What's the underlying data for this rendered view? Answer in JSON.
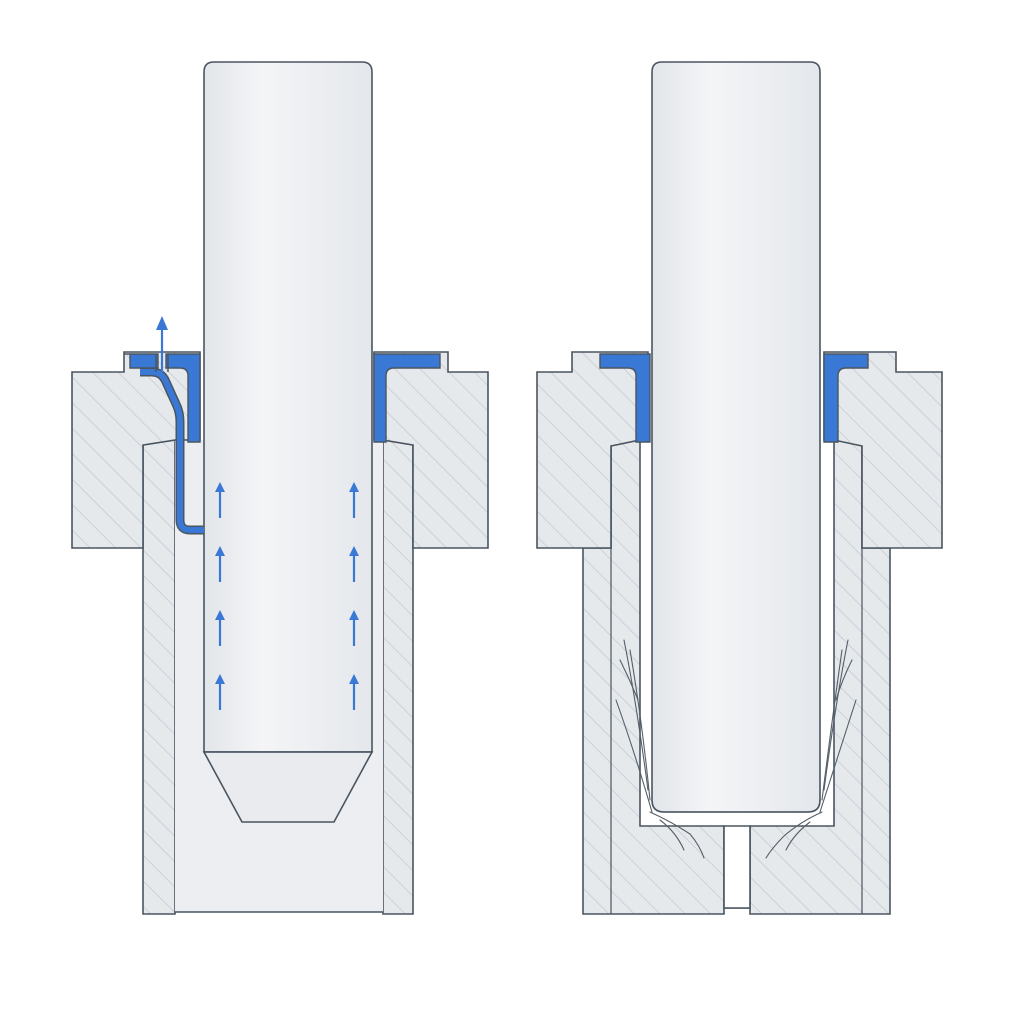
{
  "diagram": {
    "panels": [
      {
        "id": "left",
        "variant": "vented",
        "has_vent_channel": true,
        "arrow_rows": 4,
        "has_bottom_vent": false,
        "has_cracks": false
      },
      {
        "id": "right",
        "variant": "sealed",
        "has_vent_channel": false,
        "arrow_rows": 0,
        "has_bottom_vent": true,
        "has_cracks": true
      }
    ],
    "colors": {
      "background": "#ffffff",
      "outline": "#4a5560",
      "hatch_fill": "#e6e9ec",
      "hatch_line": "#bcc2c8",
      "pin_fill": "#eef0f3",
      "pin_highlight": "#f6f7f9",
      "cavity_fill": "#eceef1",
      "seal_blue": "#3a78d6",
      "arrow_blue": "#3a78d6",
      "crack_line": "#555f69"
    }
  }
}
